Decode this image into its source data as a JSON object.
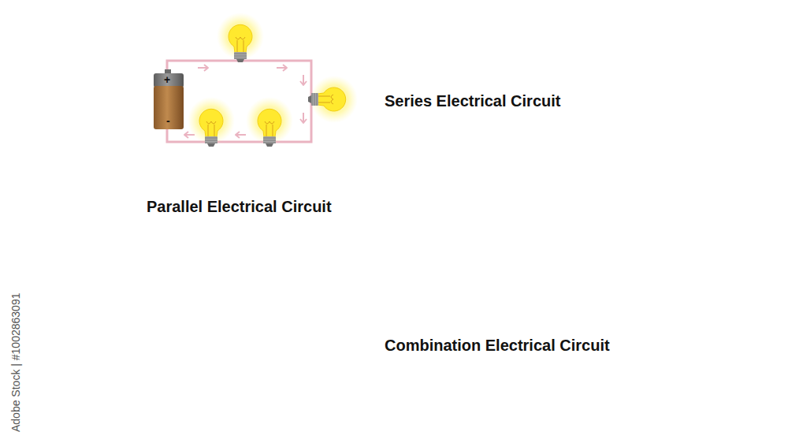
{
  "diagram": {
    "labels": [
      "Series Electrical Circuit",
      "Parallel Electrical Circuit",
      "Combination Electrical Circuit",
      "+",
      "-",
      "Adobe Stock | #1002863091"
    ]
  }
}
